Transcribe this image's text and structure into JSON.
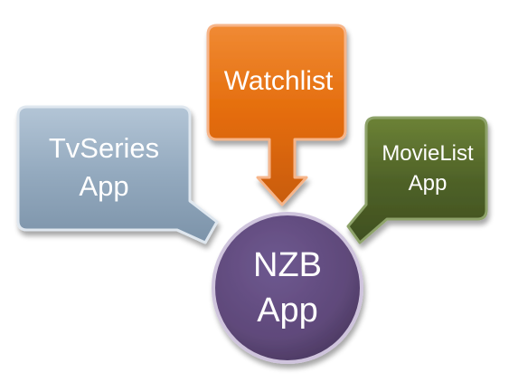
{
  "nodes": {
    "tvseries": {
      "line1": "TvSeries",
      "line2": "App",
      "color": "#93A9BE"
    },
    "watchlist": {
      "label": "Watchlist",
      "color": "#E46C0A"
    },
    "movielist": {
      "line1": "MovieList",
      "line2": "App",
      "color": "#4F6228"
    },
    "nzb": {
      "line1": "NZB",
      "line2": "App",
      "color": "#5F497A"
    }
  }
}
